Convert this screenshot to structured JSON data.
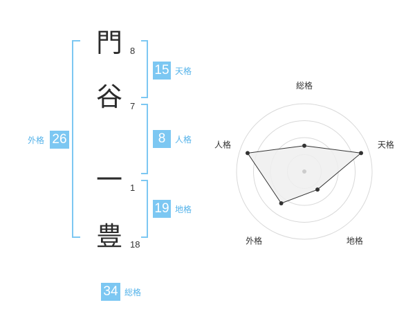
{
  "characters": [
    {
      "char": "門",
      "strokes": "8"
    },
    {
      "char": "谷",
      "strokes": "7"
    },
    {
      "char": "一",
      "strokes": "1"
    },
    {
      "char": "豊",
      "strokes": "18"
    }
  ],
  "fortunes": {
    "tenkaku": {
      "value": "15",
      "label": "天格"
    },
    "jinkaku": {
      "value": "8",
      "label": "人格"
    },
    "chikaku": {
      "value": "19",
      "label": "地格"
    },
    "gaikaku": {
      "value": "26",
      "label": "外格"
    },
    "soukaku": {
      "value": "34",
      "label": "総格"
    }
  },
  "colors": {
    "accent": "#7cc7f2",
    "label_text": "#55b3ea"
  },
  "chart_data": {
    "type": "radar",
    "axes": [
      "総格",
      "天格",
      "地格",
      "外格",
      "人格"
    ],
    "values": [
      0.38,
      0.88,
      0.33,
      0.58,
      0.88
    ],
    "rings": 4,
    "max": 1
  }
}
